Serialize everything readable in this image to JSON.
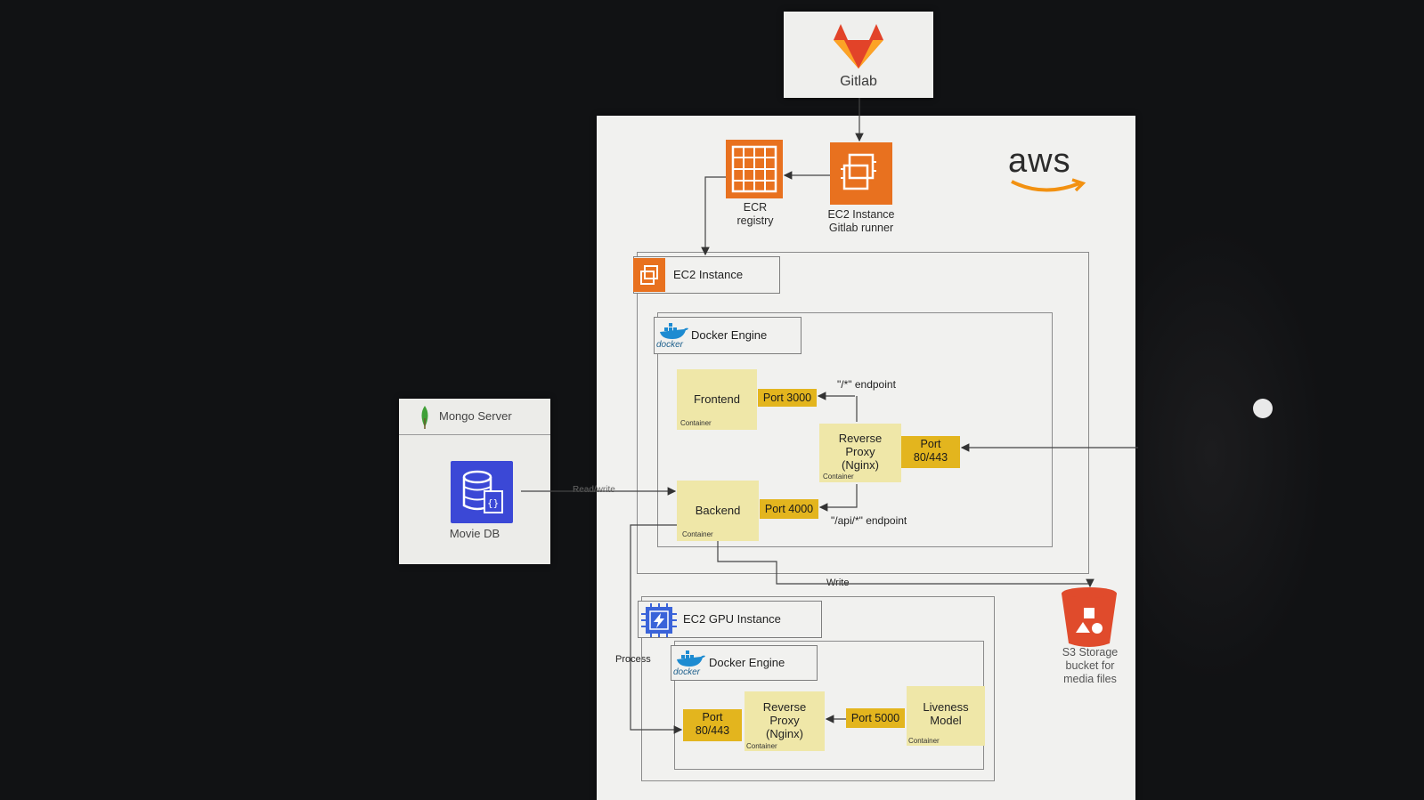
{
  "gitlab": {
    "label": "Gitlab"
  },
  "aws": {
    "logo_text": "aws",
    "ecr": {
      "line1": "ECR",
      "line2": "registry"
    },
    "ec2_runner": {
      "line1": "EC2 Instance",
      "line2": "Gitlab runner"
    },
    "ec2_instance": {
      "label": "EC2 Instance"
    },
    "docker_engine_1": {
      "label": "Docker Engine",
      "logo_text": "docker"
    },
    "frontend": {
      "label": "Frontend",
      "tag": "Container"
    },
    "backend": {
      "label": "Backend",
      "tag": "Container"
    },
    "port_3000": "Port 3000",
    "port_4000": "Port 4000",
    "reverse_proxy_1": {
      "line1": "Reverse",
      "line2": "Proxy",
      "line3": "(Nginx)",
      "tag": "Container"
    },
    "port_80_443_1": {
      "line1": "Port",
      "line2": "80/443"
    },
    "endpoint_root": "\"/*\" endpoint",
    "endpoint_api": "\"/api/*\" endpoint",
    "write_label": "Write",
    "process_label": "Process",
    "ec2_gpu": {
      "label": "EC2 GPU Instance"
    },
    "docker_engine_2": {
      "label": "Docker Engine",
      "logo_text": "docker"
    },
    "port_80_443_2": {
      "line1": "Port",
      "line2": "80/443"
    },
    "reverse_proxy_2": {
      "line1": "Reverse",
      "line2": "Proxy",
      "line3": "(Nginx)",
      "tag": "Container"
    },
    "port_5000": "Port 5000",
    "liveness": {
      "line1": "Liveness",
      "line2": "Model",
      "tag": "Container"
    },
    "s3": {
      "line1": "S3 Storage",
      "line2": "bucket for",
      "line3": "media files"
    }
  },
  "mongo": {
    "title": "Mongo Server",
    "db_label": "Movie DB",
    "rw_label": "Read/write"
  },
  "colors": {
    "aws_orange": "#e8711f",
    "container_yellow": "#efe7a8",
    "port_gold": "#e3b51e",
    "db_blue": "#3b48d6",
    "s3_red": "#e04b2c",
    "gpu_blue": "#3a63d9"
  }
}
